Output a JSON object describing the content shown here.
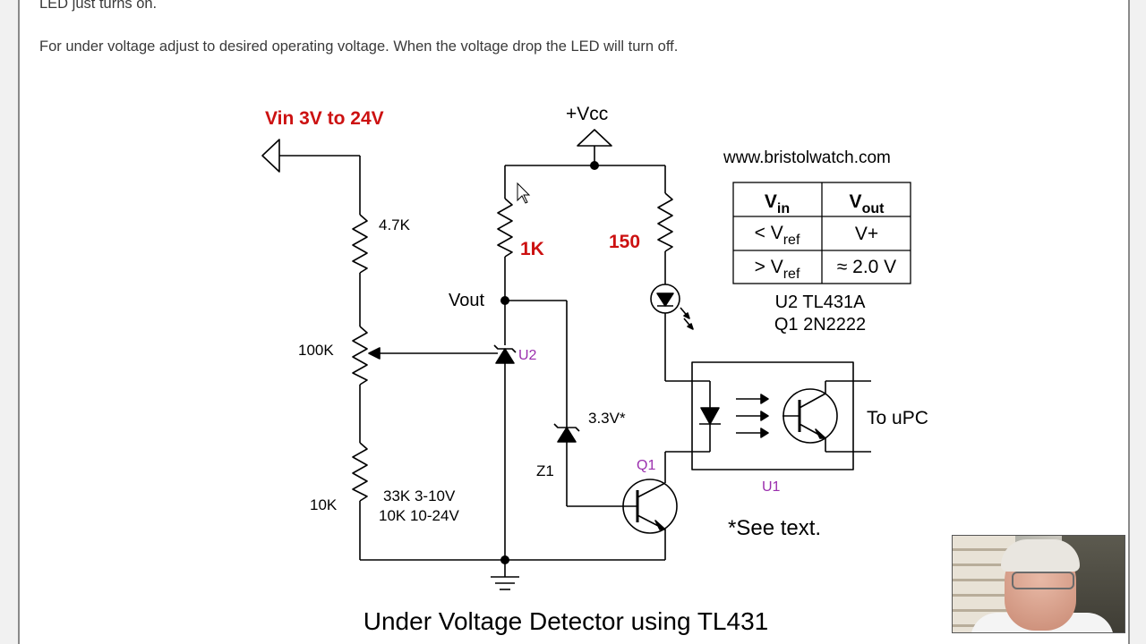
{
  "article": {
    "line1": "LED just turns on.",
    "line2": "For under voltage adjust to desired operating voltage. When the voltage drop the LED will turn off."
  },
  "diagram": {
    "vin_label": "Vin 3V to 24V",
    "vcc_label": "+Vcc",
    "website": "www.bristolwatch.com",
    "r_4k7": "4.7K",
    "r_100k": "100K",
    "r_10k": "10K",
    "r_1k": "1K",
    "r_150": "150",
    "vout_label": "Vout",
    "u2_label": "U2",
    "z1_voltage": "3.3V*",
    "z1_label": "Z1",
    "q1_label": "Q1",
    "u1_label": "U1",
    "to_upc": "To uPC",
    "note_33k": "33K 3-10V",
    "note_10k": "10K 10-24V",
    "see_text": "*See text.",
    "parts_line1": "U2 TL431A",
    "parts_line2": "Q1 2N2222",
    "title": "Under Voltage Detector using TL431",
    "colors": {
      "red_label": "#cc1111",
      "purple_label": "#9b2fae",
      "wire": "#000000"
    },
    "truth_table": {
      "headers": [
        {
          "main": "V",
          "sub": "in"
        },
        {
          "main": "V",
          "sub": "out"
        }
      ],
      "rows": [
        [
          {
            "main": "< V",
            "sub": "ref"
          },
          {
            "main": "V+",
            "sub": ""
          }
        ],
        [
          {
            "main": "> V",
            "sub": "ref"
          },
          {
            "main": "≈ 2.0 V",
            "sub": ""
          }
        ]
      ]
    }
  },
  "webcam": {
    "icon": "presenter-video-icon"
  }
}
